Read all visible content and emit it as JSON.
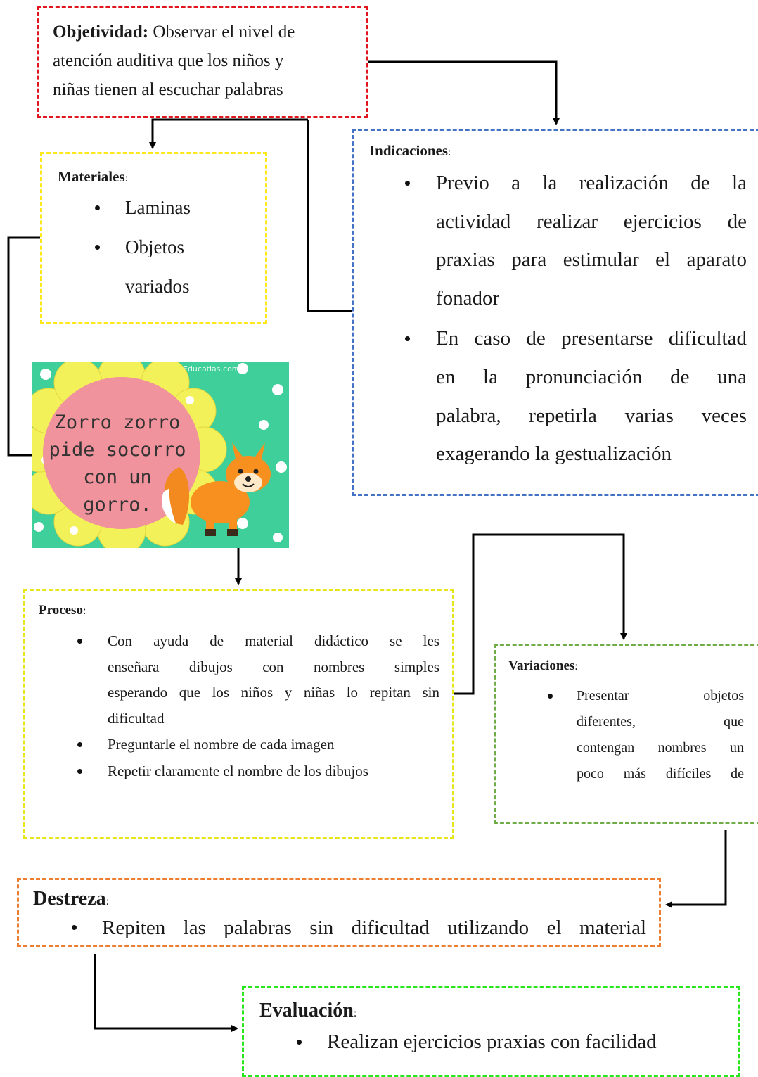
{
  "objetividad": {
    "label": "Objetividad:",
    "lines": [
      "Observar el nivel de",
      "atención auditiva que los niños y",
      "niñas tienen al escuchar palabras"
    ]
  },
  "indicaciones": {
    "label": "Indicaciones",
    "colon": ":",
    "items": [
      [
        "Previo a la realización de la",
        "actividad realizar ejercicios de",
        "praxias para estimular el aparato",
        "fonador"
      ],
      [
        "En caso de presentarse dificultad",
        "en la pronunciación de una",
        "palabra, repetirla varias veces",
        "exagerando la gestualización"
      ]
    ]
  },
  "materiales": {
    "label": "Materiales",
    "colon": ":",
    "items": [
      [
        "Laminas"
      ],
      [
        "Objetos",
        "variados"
      ]
    ]
  },
  "image": {
    "lines": [
      "Zorro zorro",
      "pide socorro",
      "con un",
      "gorro."
    ],
    "watermark": "Educatias.com"
  },
  "proceso": {
    "label": "Proceso",
    "colon": ":",
    "items": [
      [
        "Con ayuda de material didáctico se les",
        "enseñara dibujos con nombres simples",
        "esperando que los niños y niñas lo repitan sin",
        "dificultad"
      ],
      [
        "Preguntarle el nombre de cada imagen"
      ],
      [
        "Repetir claramente el nombre de los dibujos"
      ]
    ]
  },
  "variaciones": {
    "label": "Variaciones",
    "colon": ":",
    "items": [
      [
        "Presentar objetos",
        "diferentes, que",
        "contengan nombres un",
        "poco más difíciles de"
      ]
    ]
  },
  "destreza": {
    "label": "Destreza",
    "colon": ":",
    "items": [
      [
        "Repiten las palabras sin dificultad utilizando el material"
      ]
    ]
  },
  "evaluacion": {
    "label": "Evaluación",
    "colon": ":",
    "items": [
      [
        "Realizan ejercicios praxias con facilidad"
      ]
    ]
  },
  "colors": {
    "objetividad": "#e0151d",
    "indicaciones": "#4472c4",
    "materiales": "#ffe81a",
    "proceso": "#e6e619",
    "variaciones": "#70ad47",
    "destreza": "#ed7d31",
    "evaluacion": "#27e61c"
  }
}
